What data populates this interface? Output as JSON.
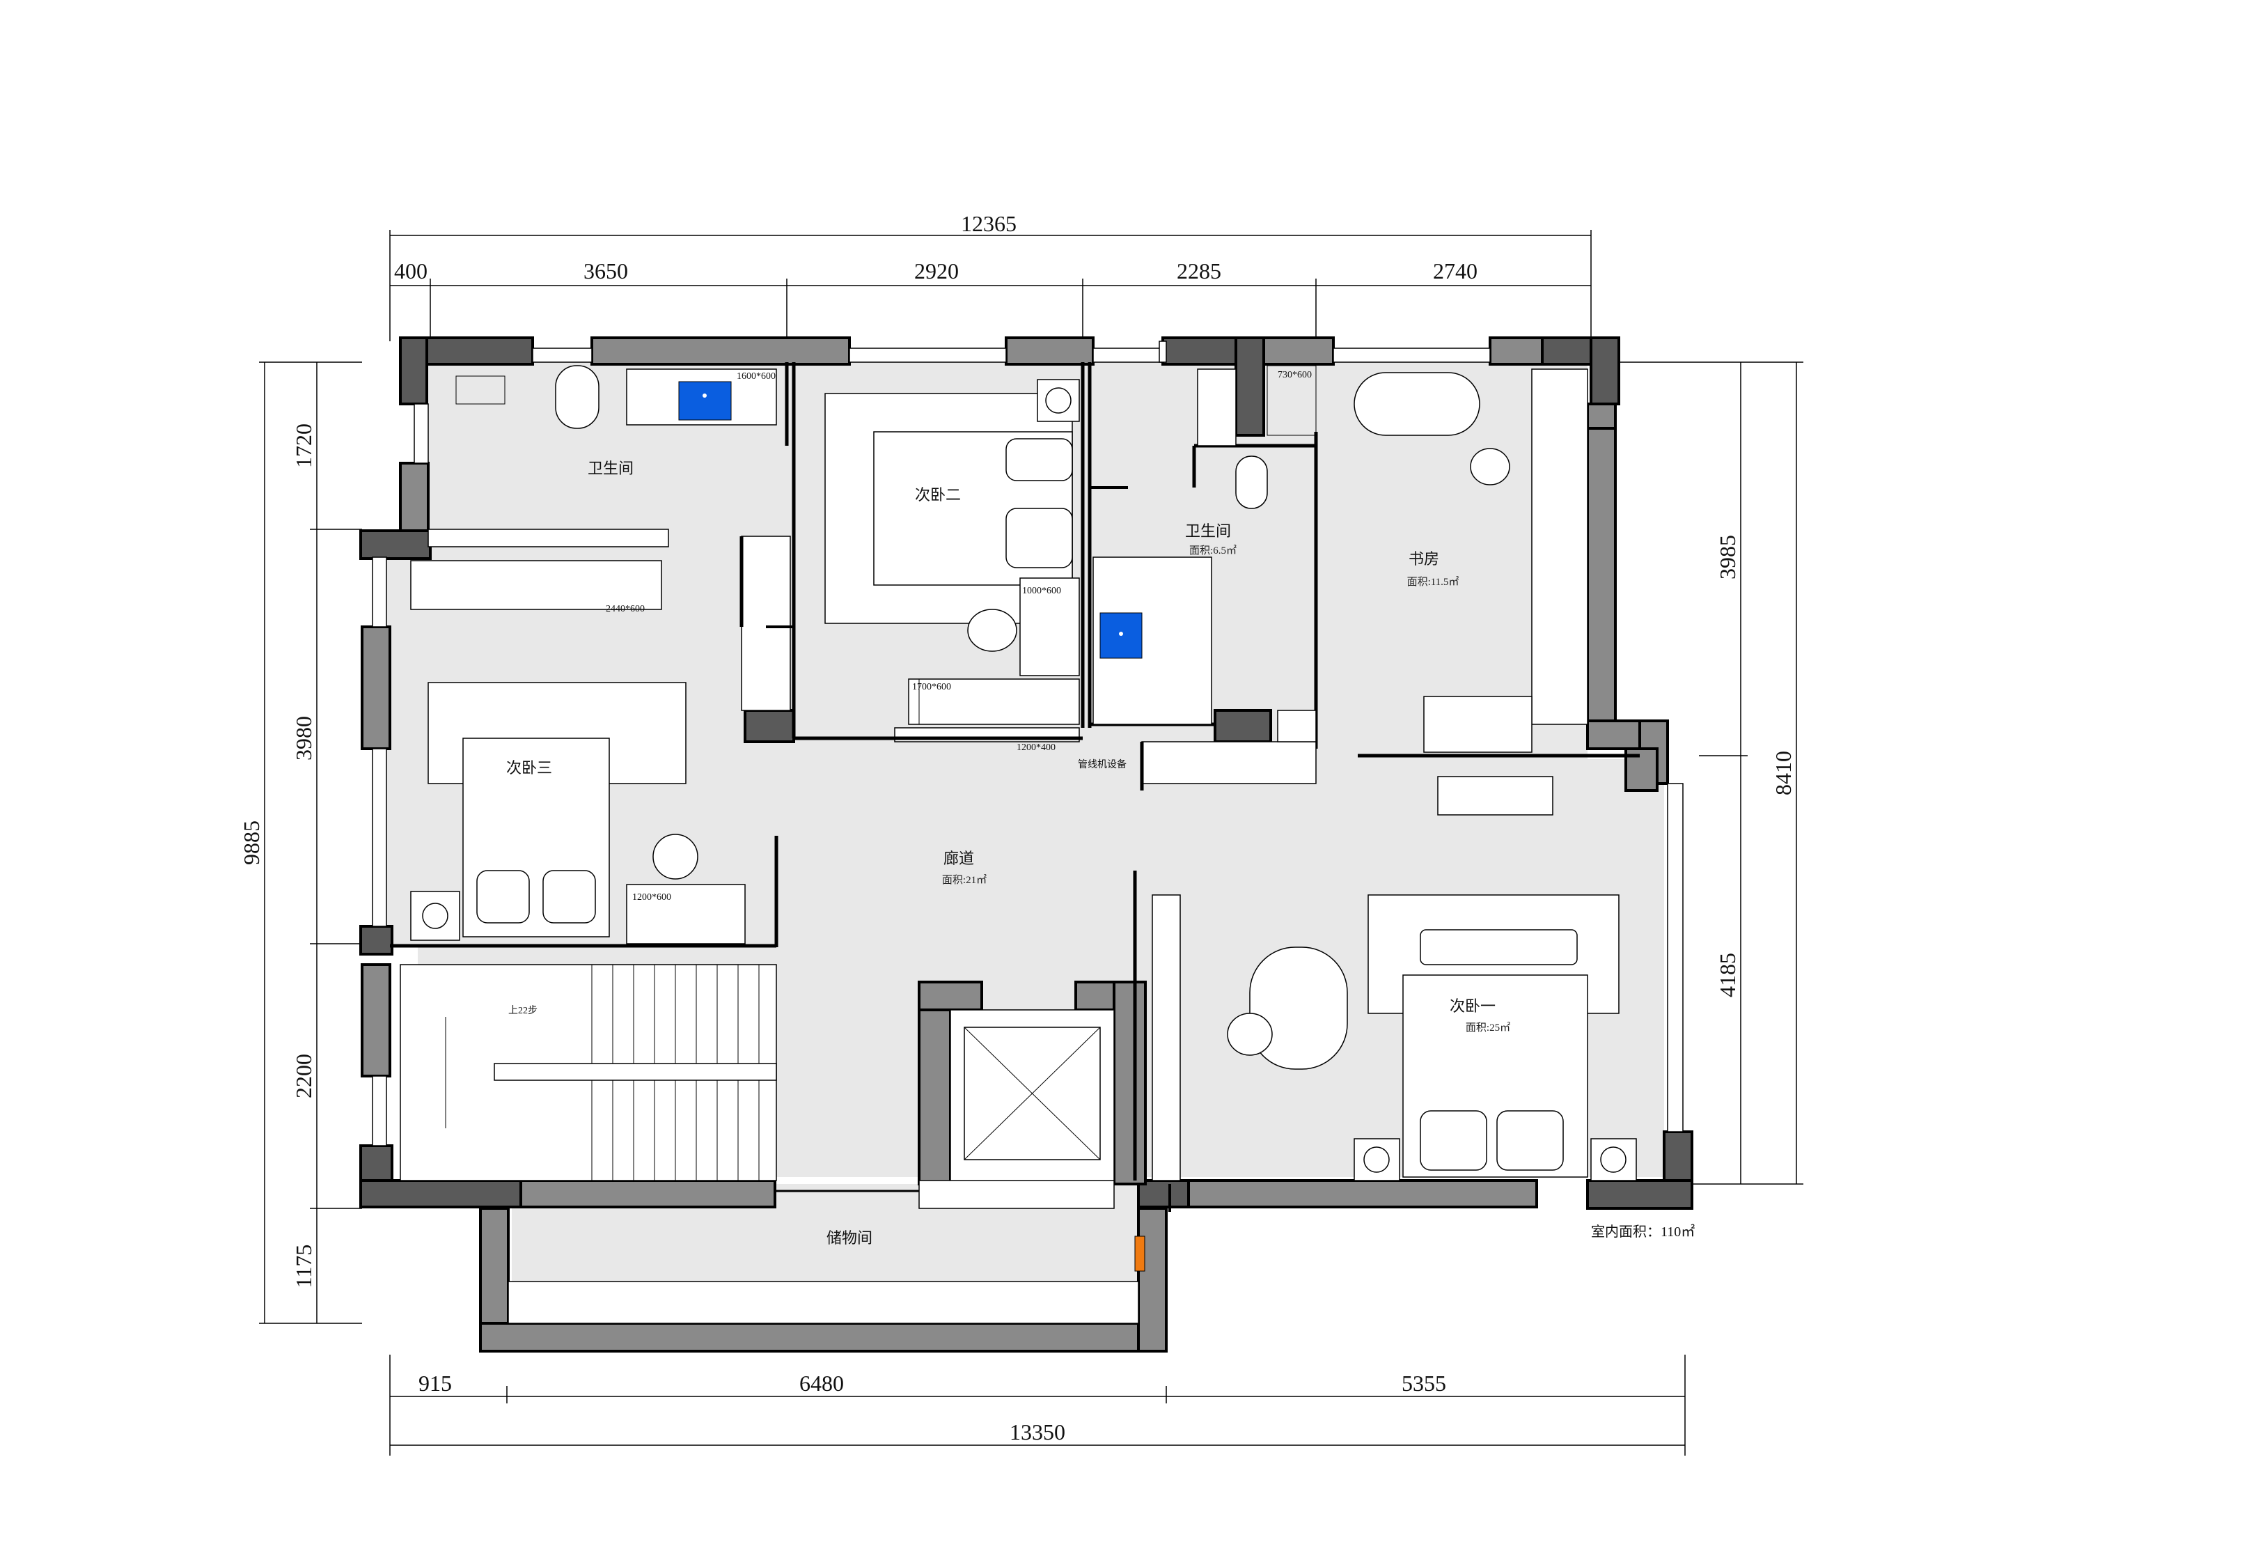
{
  "dimensions": {
    "top_total": "12365",
    "top_segments": [
      "400",
      "3650",
      "2920",
      "2285",
      "2740"
    ],
    "left_total": "9885",
    "left_segments": [
      "1720",
      "3980",
      "2200",
      "1175"
    ],
    "right_total": "8410",
    "right_segments": [
      "3985",
      "4185"
    ],
    "bottom_total": "13350",
    "bottom_segments": [
      "915",
      "6480",
      "5355"
    ]
  },
  "rooms": {
    "bath_left": {
      "name": "卫生间"
    },
    "bedroom2": {
      "name": "次卧二"
    },
    "bath_mid": {
      "name": "卫生间",
      "area": "面积:6.5㎡"
    },
    "study": {
      "name": "书房",
      "area": "面积:11.5㎡"
    },
    "bedroom3": {
      "name": "次卧三"
    },
    "corridor": {
      "name": "廊道",
      "area": "面积:21㎡"
    },
    "bedroom1": {
      "name": "次卧一",
      "area": "面积:25㎡"
    },
    "storage": {
      "name": "储物间"
    }
  },
  "notes": {
    "basin_left": "1600*600",
    "shower_mid": "730*600",
    "wardrobe_b3": "2440*600",
    "desk_b2": "1000*600",
    "wardrobe_b2": "1700*600",
    "cabinet_corridor": "1200*400",
    "equipment": "管线机设备",
    "desk_b3": "1200*600",
    "stairs": "上22步"
  },
  "summary": "室内面积：110㎡",
  "colors": {
    "wall": "#8a8a8a",
    "wall_dark": "#5a5a5a",
    "floor": "#e8e8e8",
    "basin": "#0a5ee0",
    "accent": "#f07a10"
  }
}
